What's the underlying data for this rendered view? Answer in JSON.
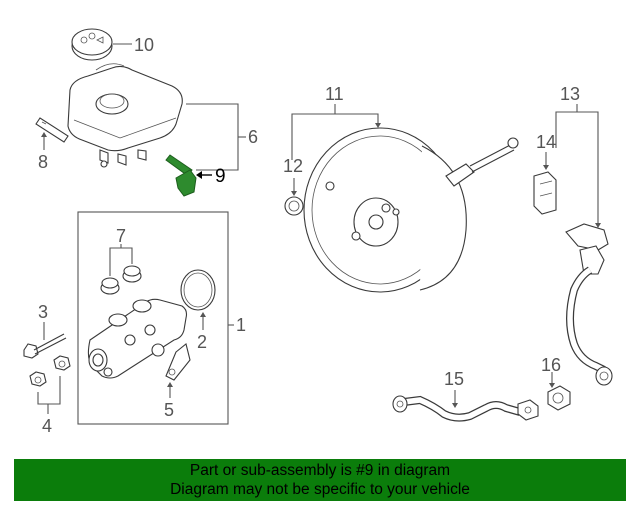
{
  "callouts": {
    "c1": "1",
    "c2": "2",
    "c3": "3",
    "c4": "4",
    "c5": "5",
    "c6": "6",
    "c7": "7",
    "c8": "8",
    "c9": "9",
    "c10": "10",
    "c11": "11",
    "c12": "12",
    "c13": "13",
    "c14": "14",
    "c15": "15",
    "c16": "16"
  },
  "highlight": {
    "part_number": "9",
    "color": "#2e8b2e"
  },
  "banner": {
    "line1": "Part or sub-assembly is #9 in diagram",
    "line2": "Diagram may not be specific to your vehicle",
    "background": "#0b7d0b"
  }
}
